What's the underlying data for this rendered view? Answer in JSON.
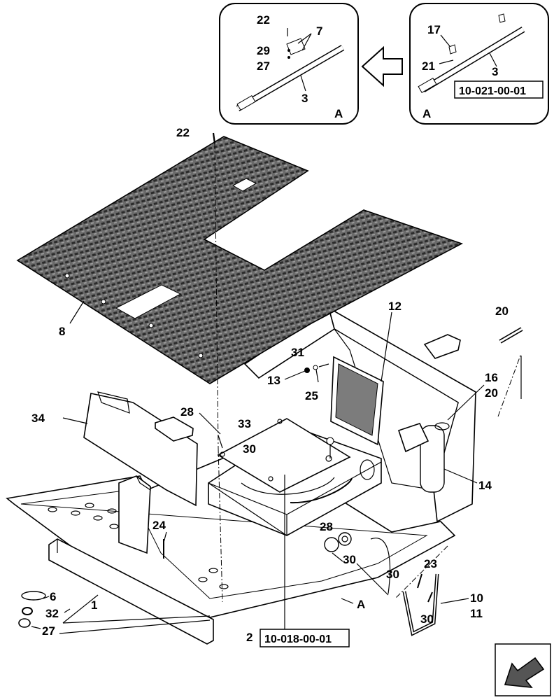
{
  "detail_view_left": {
    "letter": "A",
    "labels": [
      "22",
      "7",
      "29",
      "27",
      "3"
    ]
  },
  "detail_view_right": {
    "letter": "A",
    "labels": [
      "17",
      "21",
      "3"
    ],
    "ref_box": "10-021-00-01"
  },
  "labels": {
    "l22_top": "22",
    "l8": "8",
    "l12": "12",
    "l20_top": "20",
    "l31": "31",
    "l13": "13",
    "l25": "25",
    "l16": "16",
    "l20": "20",
    "l34": "34",
    "l28_top": "28",
    "l33": "33",
    "l30_mid": "30",
    "l14": "14",
    "l24": "24",
    "l28_bot": "28",
    "l30_bot": "30",
    "l23": "23",
    "l30_r": "30",
    "l10": "10",
    "l11": "11",
    "l30_r2": "30",
    "l6": "6",
    "l1": "1",
    "l32": "32",
    "l27": "27",
    "l2": "2",
    "lA": "A"
  },
  "ref_box_bottom": "10-018-00-01",
  "icons": {
    "arrow": "left-arrow-icon",
    "nav": "page-navigation-icon"
  }
}
